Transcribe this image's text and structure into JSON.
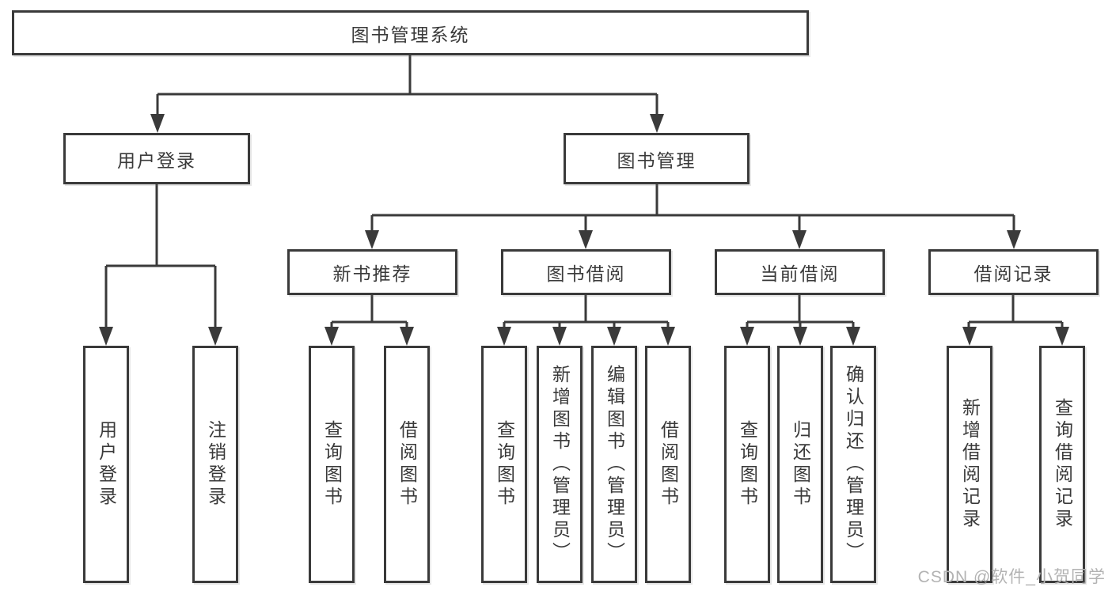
{
  "diagram": {
    "root": "图书管理系统",
    "level2": [
      "用户登录",
      "图书管理"
    ],
    "level3": [
      "新书推荐",
      "图书借阅",
      "当前借阅",
      "借阅记录"
    ],
    "leaf_groups": {
      "login": [
        "用户登录",
        "注销登录"
      ],
      "new_books": [
        "查询图书",
        "借阅图书"
      ],
      "book_borrow": [
        "查询图书",
        "新增图书（管理员）",
        "编辑图书（管理员）",
        "借阅图书"
      ],
      "current_borrow": [
        "查询图书",
        "归还图书",
        "确认归还（管理员）"
      ],
      "borrow_records": [
        "新增借阅记录",
        "查询借阅记录"
      ]
    }
  },
  "watermark": {
    "text": "CSDN @软件_小贺同学"
  },
  "colors": {
    "line": "#3a3a3a",
    "text": "#3a3a3a",
    "background": "#ffffff",
    "box_fill": "#ffffff",
    "watermark": "#b3b3b3"
  }
}
